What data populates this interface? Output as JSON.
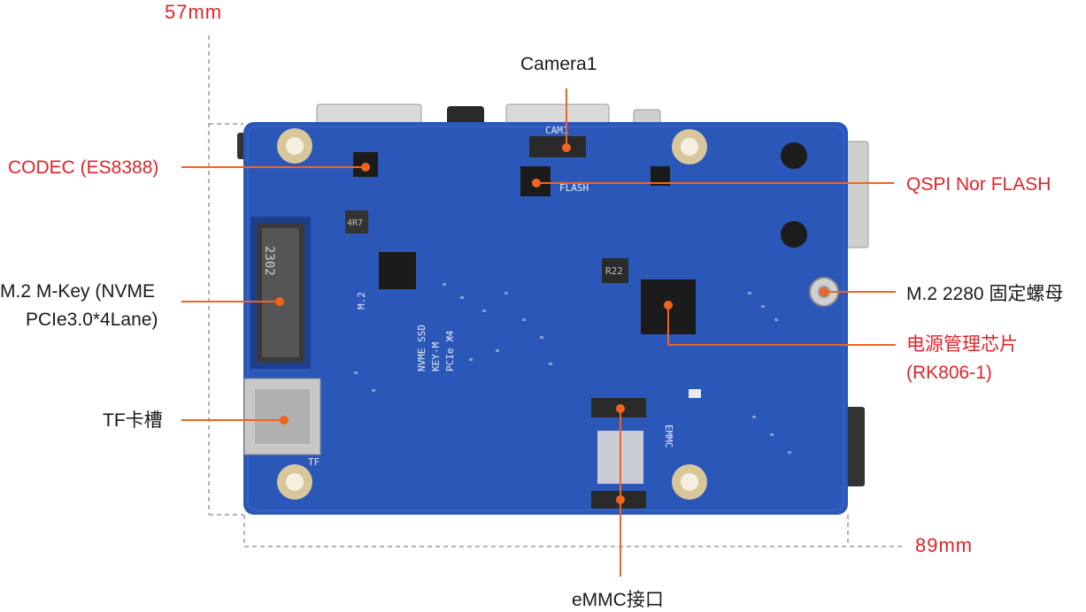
{
  "dimensions": {
    "height": "57mm",
    "width": "89mm"
  },
  "callouts": {
    "camera": "Camera1",
    "codec": "CODEC (ES8388)",
    "qspi": "QSPI Nor FLASH",
    "m2_line1": "M.2 M-Key (NVME",
    "m2_line2": "PCIe3.0*4Lane)",
    "m2_screw": "M.2 2280 固定螺母",
    "pmic_line1": "电源管理芯片",
    "pmic_line2": "(RK806-1)",
    "tf": "TF卡槽",
    "emmc": "eMMC接口"
  },
  "silkscreen": {
    "ssd_1": "NVME SSD",
    "ssd_2": "KEY-M",
    "ssd_3": "PCIe X4",
    "m2": "M.2",
    "slot": "2302",
    "cam": "CAM1",
    "flash": "FLASH",
    "tf": "TF",
    "emmc": "EMMC",
    "r22": "R22",
    "r7": "4R7"
  },
  "colors": {
    "board": "#2b57b8",
    "callout_black": "#1a1a1a",
    "callout_red": "#e0232a",
    "leader": "#f0641e",
    "dimension_line": "#9a9a9a"
  }
}
